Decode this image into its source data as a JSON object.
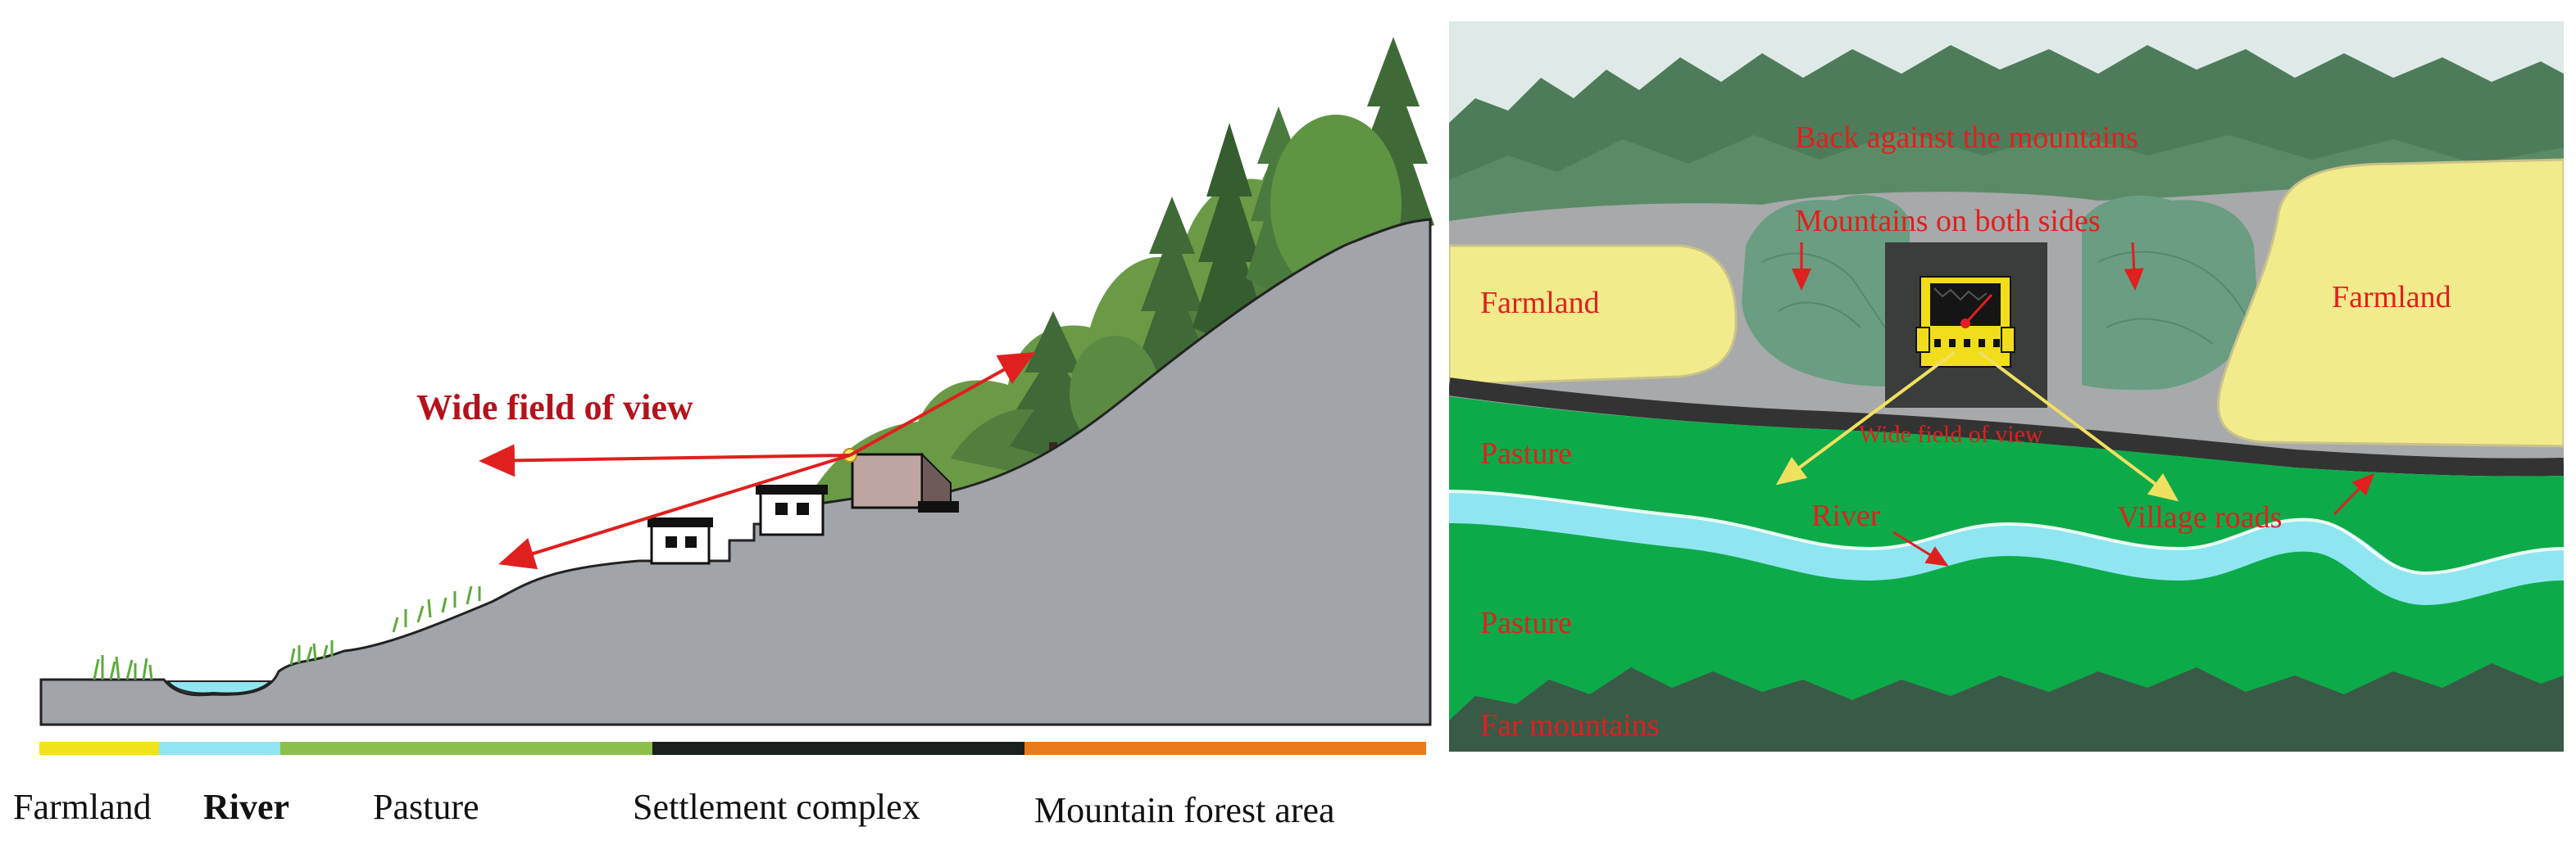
{
  "profile": {
    "view_label": "Wide field of view",
    "zones": [
      {
        "label": "Farmland",
        "color": "#f2e21a"
      },
      {
        "label": "River",
        "color": "#8fe6f0"
      },
      {
        "label": "Pasture",
        "color": "#8cc04b"
      },
      {
        "label": "Settlement complex",
        "color": "#1b1f1e"
      },
      {
        "label": "Mountain forest area",
        "color": "#e97a1c"
      }
    ]
  },
  "plan": {
    "labels": {
      "back_mountains": "Back against the mountains",
      "both_sides": "Mountains on both sides",
      "farmland_left": "Farmland",
      "farmland_right": "Farmland",
      "wide_view": "Wide field of view",
      "pasture_top": "Pasture",
      "river": "River",
      "village_roads": "Village roads",
      "pasture_bottom": "Pasture",
      "far_mountains": "Far mountains"
    }
  },
  "colors": {
    "ground": "#a1a4a8",
    "forest_dark": "#3f6a37",
    "forest_light": "#6a9a46",
    "water": "#8fe6f0",
    "pasture": "#0daa4a",
    "farmland": "#f2eb8c",
    "arrow_red": "#e01f1f",
    "arrow_yellow": "#f0e060"
  }
}
